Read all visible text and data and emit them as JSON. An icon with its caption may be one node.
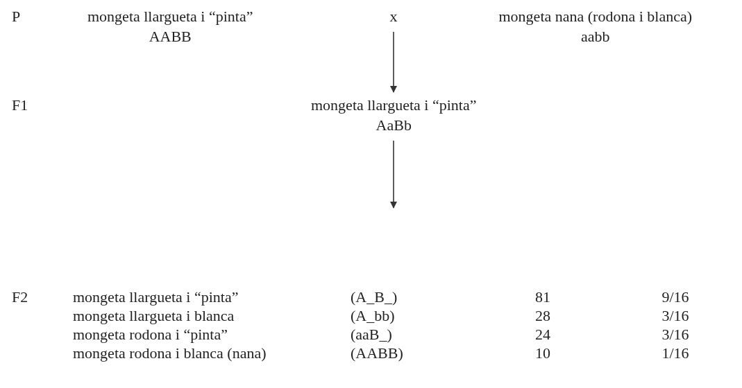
{
  "diagram": {
    "nodes": [
      {
        "text": [
          "mongeta llargueta i “pinta”",
          "AABB"
        ]
      },
      {
        "text": [
          "x"
        ]
      },
      {
        "text": [
          "mongeta nana (rodona i  blanca)",
          "aabb"
        ]
      },
      {
        "text": [
          "mongeta llargueta i “pinta”",
          "AaBb"
        ]
      }
    ],
    "edges": [
      {
        "from": 1,
        "to": 3,
        "arrow": "to"
      },
      {
        "from": 3,
        "to": null,
        "arrow": "to"
      }
    ],
    "labels": [
      "P",
      "F1",
      "F2",
      "mongeta llargueta i “pinta”",
      "(A_B_)",
      "81",
      "9/16",
      "mongeta llargueta i blanca",
      "(A_bb)",
      "28",
      "3/16",
      "mongeta rodona i “pinta”",
      "(aaB_)",
      "24",
      "3/16",
      "mongeta rodona i blanca (nana)",
      "(AABB)",
      "10",
      "1/16"
    ]
  }
}
